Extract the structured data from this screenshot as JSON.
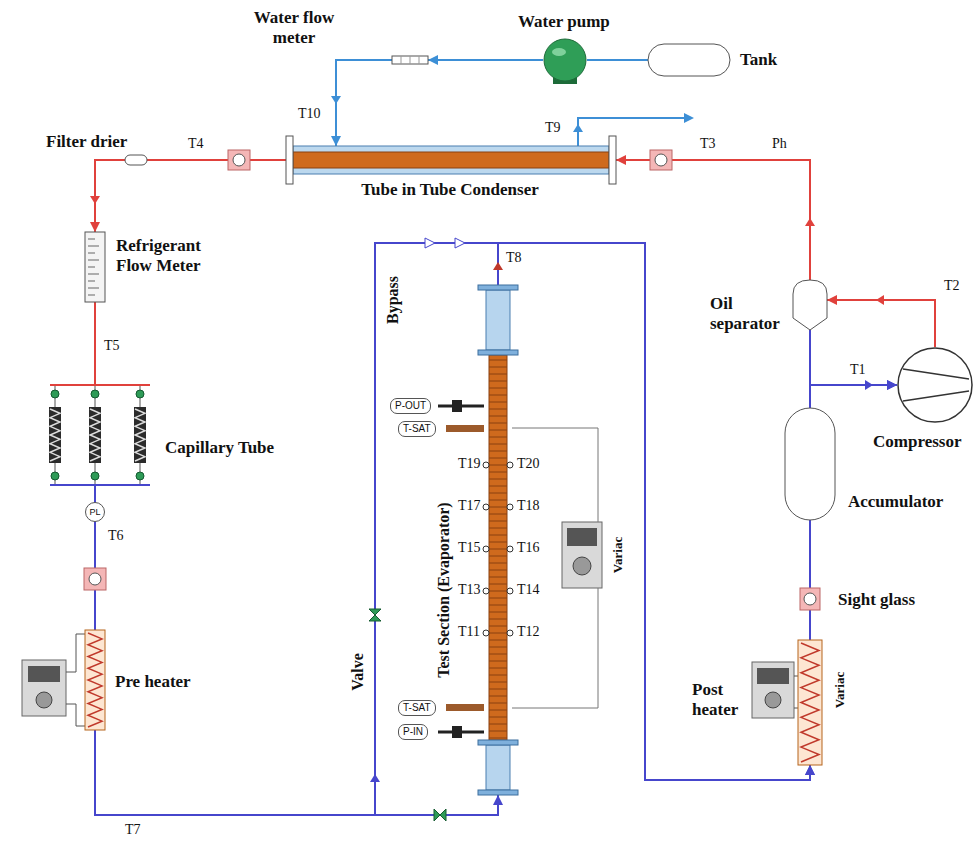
{
  "diagram": {
    "nodes": [
      {
        "text": [
          "Water flow meter"
        ]
      },
      {
        "text": [
          "Water pump"
        ]
      },
      {
        "text": [
          "Tank"
        ]
      },
      {
        "text": [
          "Tube in Tube Condenser"
        ]
      },
      {
        "text": [
          "Filter drier"
        ]
      },
      {
        "text": [
          "Refrigerant Flow Meter"
        ]
      },
      {
        "text": [
          "Capillary Tube"
        ]
      },
      {
        "text": [
          "Pre heater"
        ]
      },
      {
        "text": [
          "Test Section (Evaporator)"
        ]
      },
      {
        "text": [
          "Oil separator"
        ]
      },
      {
        "text": [
          "Compressor"
        ]
      },
      {
        "text": [
          "Accumulator"
        ]
      },
      {
        "text": [
          "Sight glass"
        ]
      },
      {
        "text": [
          "Post heater"
        ]
      }
    ],
    "edges": [
      {
        "from": 1,
        "to": 0,
        "arrow": "to"
      },
      {
        "from": 0,
        "to": 3,
        "arrow": "to"
      },
      {
        "from": 1,
        "to": 2,
        "arrow": "none"
      },
      {
        "from": 3,
        "to": 4,
        "arrow": "none"
      },
      {
        "from": 4,
        "to": 5,
        "arrow": "to"
      },
      {
        "from": 5,
        "to": 6,
        "arrow": "none"
      },
      {
        "from": 6,
        "to": 7,
        "arrow": "none"
      },
      {
        "from": 7,
        "to": 8,
        "arrow": "to"
      },
      {
        "from": 7,
        "to": 13,
        "arrow": "to"
      },
      {
        "from": 8,
        "to": 13,
        "arrow": "to"
      },
      {
        "from": 13,
        "to": 12,
        "arrow": "none"
      },
      {
        "from": 12,
        "to": 11,
        "arrow": "none"
      },
      {
        "from": 11,
        "to": 10,
        "arrow": "to"
      },
      {
        "from": 10,
        "to": 9,
        "arrow": "to"
      },
      {
        "from": 9,
        "to": 10,
        "arrow": "to"
      },
      {
        "from": 9,
        "to": 3,
        "arrow": "to"
      }
    ],
    "labels": [
      "T10",
      "T9",
      "T4",
      "T3",
      "Ph",
      "T2",
      "T1",
      "T8",
      "T5",
      "P-OUT",
      "T-SAT",
      "T19",
      "T20",
      "T17",
      "T18",
      "T15",
      "T16",
      "T13",
      "T14",
      "T11",
      "T12",
      "T-SAT",
      "P-IN",
      "Variac",
      "Variac",
      "PL",
      "T6",
      "Bypass",
      "Valve",
      "T7"
    ]
  }
}
